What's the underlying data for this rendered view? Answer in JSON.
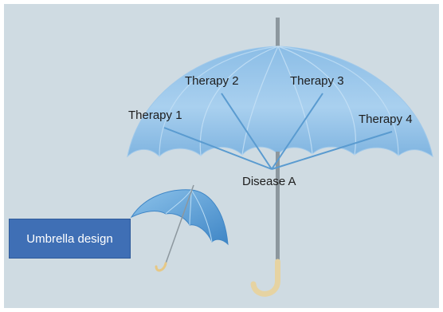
{
  "diagram": {
    "center_label": "Disease A",
    "therapies": [
      "Therapy 1",
      "Therapy 2",
      "Therapy 3",
      "Therapy 4"
    ],
    "design_label": "Umbrella design"
  },
  "colors": {
    "background": "#cfdbe2",
    "canopy_light": "#bfdcf2",
    "canopy_dark": "#6fa6d8",
    "connector": "#5a9bd0",
    "shaft": "#8c979e",
    "handle": "#e6d3a2",
    "label_box": "#3f6fb5"
  },
  "icons": {
    "large": "umbrella-icon",
    "small": "small-umbrella-icon"
  }
}
